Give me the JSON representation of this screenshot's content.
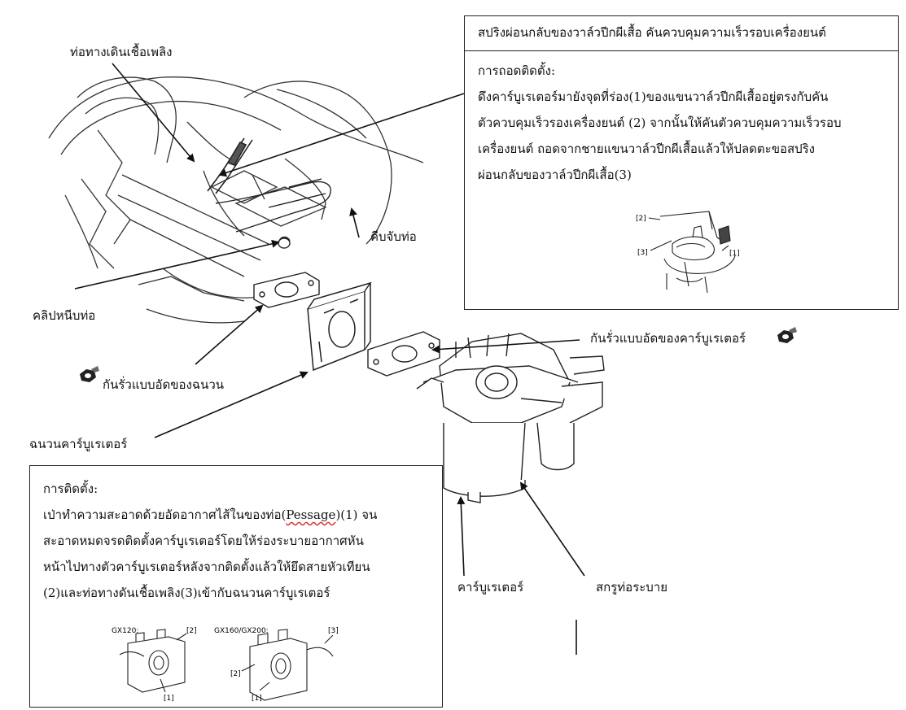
{
  "labels": {
    "fuel_line": "ท่อทางเดินเชื้อเพลิง",
    "hose_clamp": "คีบจับท่อ",
    "tube_clip": "คลิปหนีบท่อ",
    "insulator_gasket": "กันรั่วแบบอัดของฉนวน",
    "carb_gasket": "กันรั่วแบบอัดของคาร์บูเรเตอร์",
    "insulator": "ฉนวนคาร์บูเรเตอร์",
    "carburetor": "คาร์บูเรเตอร์",
    "drain_screw": "สกรูท่อระบาย"
  },
  "removal_box": {
    "title": "สปริงผ่อนกลับของวาล์วปีกผีเสื้อ คันควบคุมความเร็วรอบเครื่องยนต์",
    "heading": "การถอดติดตั้ง:",
    "lines": [
      "ดึงคาร์บูเรเตอร์มายังจุดที่ร่อง(1)ของแขนวาล์วปีกผีเสื้ออยู่ตรงกับคัน",
      "ตัวควบคุมเร็วรองเครื่องยนต์ (2) จากนั้นให้คันตัวควบคุมความเร็วรอบ",
      "เครื่องยนต์ ถอดจากชายแขนวาล์วปีกผีเสื้อแล้วให้ปลดตะขอสปริง",
      "ผ่อนกลับของวาล์วปีกผีเสื้อ(3)"
    ],
    "fig_callouts": [
      "[2]",
      "[3]",
      "[1]"
    ]
  },
  "install_box": {
    "heading": "การติดตั้ง:",
    "line1_pre": "เป่าทำความสะอาดด้วยอัดอากาศไส้ในของท่อ(",
    "line1_word": "Pessage",
    "line1_post": ")(1) จน",
    "lines": [
      "สะอาดหมดจรดติดตั้งคาร์บูเรเตอร์โดยให้ร่องระบายอากาศหัน",
      "หน้าไปทางตัวคาร์บูเรเตอร์หลังจากติดตั้งแล้วให้ยึดสายหัวเทียน",
      "(2)และท่อทางดันเชื้อเพลิง(3)เข้ากับฉนวนคาร์บูเรเตอร์"
    ],
    "fig_left_title": "GX120:",
    "fig_right_title": "GX160/GX200:",
    "fig_left_callouts": [
      "[2]",
      "[1]"
    ],
    "fig_right_callouts": [
      "[3]",
      "[2]",
      "[1]"
    ]
  },
  "icons": [
    "replace-part-icon",
    "replace-part-icon"
  ]
}
